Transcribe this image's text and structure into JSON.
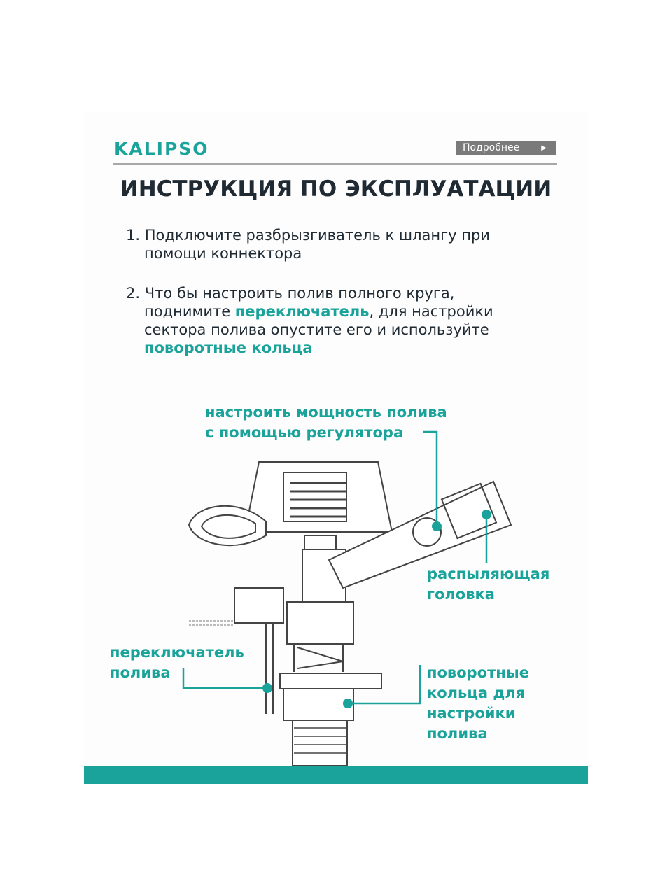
{
  "brand": {
    "logo": "KALIPSO",
    "more_button": "Подробнее",
    "more_arrow": "▶"
  },
  "title": "ИНСТРУКЦИЯ ПО ЭКСПЛУАТАЦИИ",
  "steps": [
    {
      "num": "1.",
      "text": "Подключите разбрызгиватель к шлангу при помощи коннектора"
    },
    {
      "num": "2.",
      "text_a": "Что бы настроить полив полного круга, поднимите ",
      "hl_a": "переключатель",
      "text_b": ", для настройки сектора полива опустите его и используйте ",
      "hl_b": "поворотные кольца"
    }
  ],
  "callouts": {
    "power": [
      "настроить мощность полива",
      "с помощью регулятора"
    ],
    "head": [
      "распыляющая",
      "головка"
    ],
    "switch": [
      "переключатель",
      "полива"
    ],
    "rings": [
      "поворотные",
      "кольца для",
      "настройки",
      "полива"
    ]
  },
  "colors": {
    "accent": "#1aa39a",
    "text": "#1f2a33",
    "button": "#7a7a7a"
  }
}
